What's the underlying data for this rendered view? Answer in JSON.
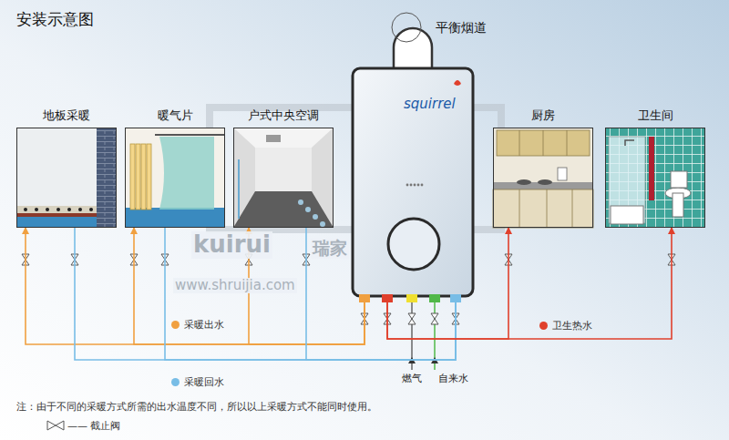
{
  "diagram": {
    "title": "安装示意图",
    "nodes": [
      {
        "text": [
          "地板采暖"
        ]
      },
      {
        "text": [
          "暖气片"
        ]
      },
      {
        "text": [
          "户式中央空调"
        ]
      },
      {
        "text": [
          "squirrel"
        ]
      },
      {
        "text": [
          "厨房"
        ]
      },
      {
        "text": [
          "卫生间"
        ]
      }
    ],
    "edges": [
      {
        "from": 3,
        "to": 0,
        "arrow": "to"
      },
      {
        "from": 3,
        "to": 1,
        "arrow": "to"
      },
      {
        "from": 3,
        "to": 2,
        "arrow": "to"
      },
      {
        "from": 0,
        "to": 3,
        "arrow": "to"
      },
      {
        "from": 1,
        "to": 3,
        "arrow": "to"
      },
      {
        "from": 2,
        "to": 3,
        "arrow": "to"
      },
      {
        "from": 3,
        "to": 4,
        "arrow": "to"
      },
      {
        "from": 3,
        "to": 5,
        "arrow": "to"
      }
    ],
    "labels": [
      "平衡烟道",
      "燃气",
      "自来水",
      "注：由于不同的采暖方式所需的出水温度不同，所以以上采暖方式不能同时使用。",
      "kuirui",
      "瑞家",
      "www.shruijia.com"
    ],
    "legend": [
      {
        "text": "采暖出水",
        "color": "#f0a040"
      },
      {
        "text": "采暖回水",
        "color": "#78bde6"
      },
      {
        "text": "卫生热水",
        "color": "#e0402c"
      },
      {
        "text": "—— 截止阀"
      }
    ]
  }
}
